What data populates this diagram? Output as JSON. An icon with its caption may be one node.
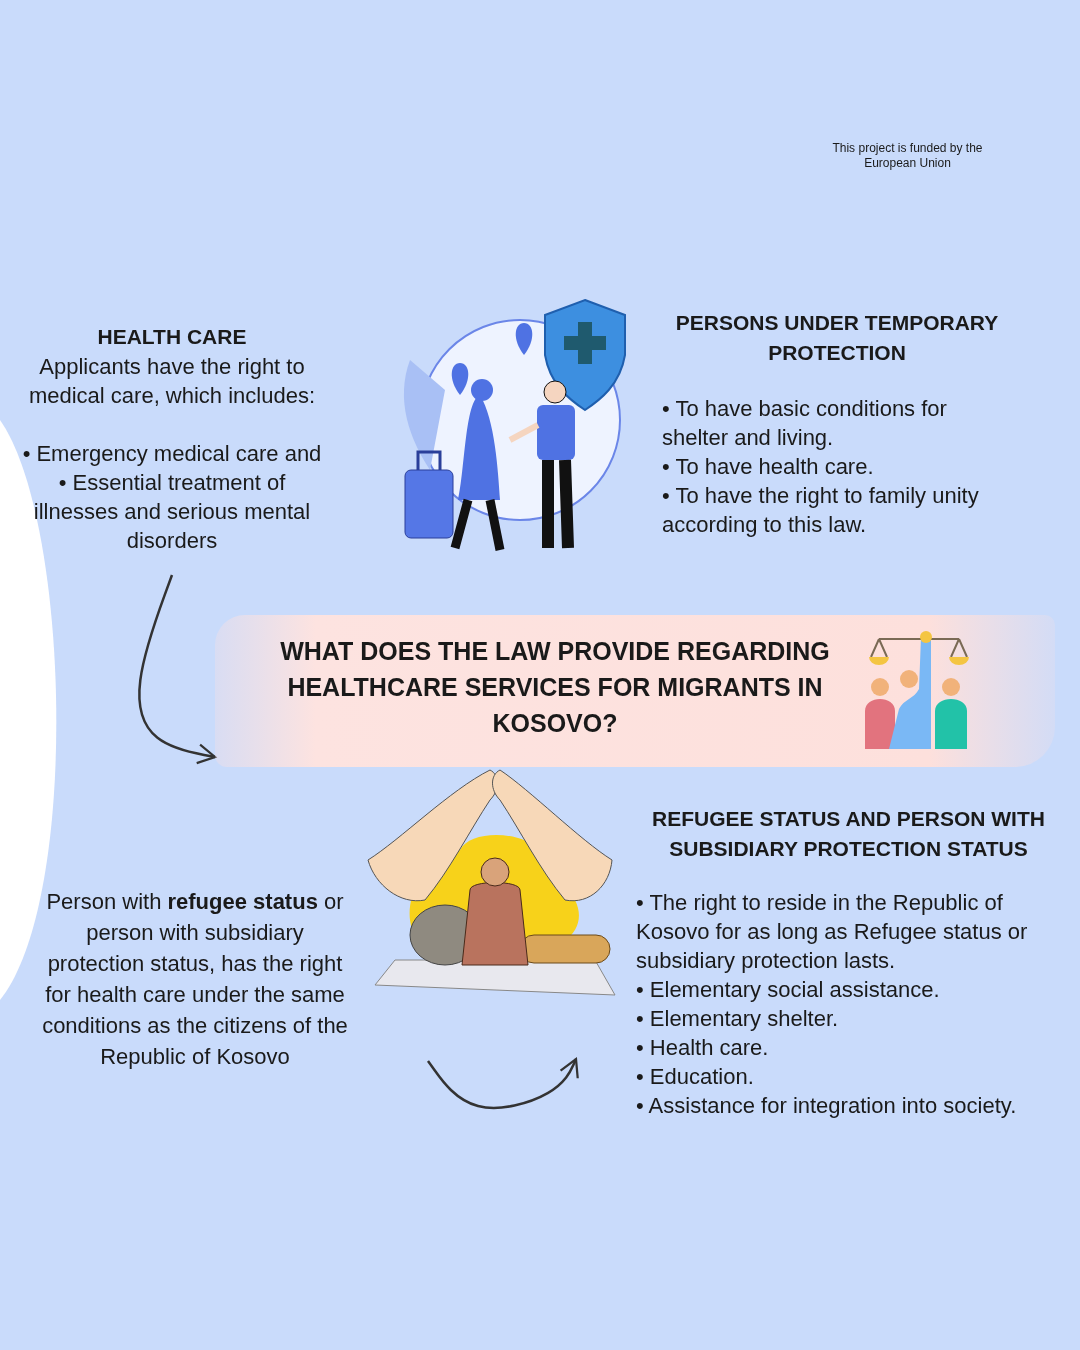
{
  "diagram": {
    "nodes": [
      {
        "text": [
          "HEALTH CARE",
          "Applicants have the right to medical care, which includes:",
          "• Emergency medical care and",
          "• Essential treatment of illnesses and serious mental disorders"
        ]
      },
      {
        "text": [
          "PERSONS UNDER TEMPORARY PROTECTION",
          "• To have basic conditions for shelter and living.",
          "• To have health care.",
          "• To have the right to family unity according to this law."
        ]
      },
      {
        "text": [
          "WHAT DOES THE LAW PROVIDE REGARDING HEALTHCARE SERVICES FOR MIGRANTS IN KOSOVO?"
        ]
      },
      {
        "text": [
          "Person with **refugee status** or person with subsidiary protection status, has the right for health care under the same conditions as the citizens of the Republic of Kosovo"
        ]
      },
      {
        "text": [
          "REFUGEE STATUS AND PERSON WITH SUBSIDIARY PROTECTION STATUS",
          "• The right to reside in the Republic of Kosovo for as long as Refugee status or subsidiary protection lasts.",
          "• Elementary social assistance.",
          "• Elementary shelter.",
          "• Health care.",
          "• Education.",
          "• Assistance for integration into society."
        ]
      }
    ],
    "edges": [
      {
        "from": 0,
        "to": 2,
        "arrow": "to"
      },
      {
        "from": 3,
        "to": 4,
        "arrow": "to"
      }
    ],
    "labels": [
      "This project is funded by the European Union"
    ]
  }
}
